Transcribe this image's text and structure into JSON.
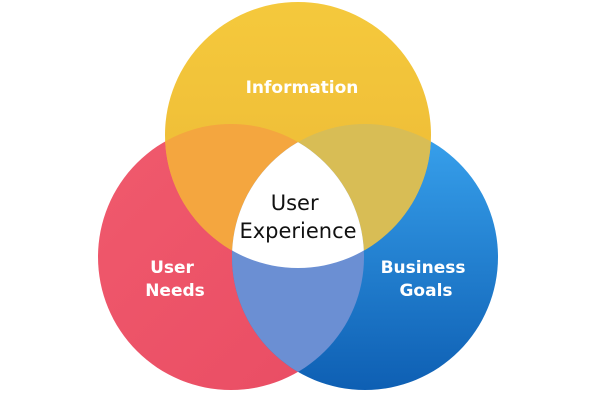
{
  "diagram": {
    "circles": [
      {
        "id": "top",
        "label_lines": [
          "Information"
        ],
        "color": "#F2C23A"
      },
      {
        "id": "left",
        "label_lines": [
          "User",
          "Needs"
        ],
        "color": "#EE5468"
      },
      {
        "id": "right",
        "label_lines": [
          "Business",
          "Goals"
        ],
        "color": "#1F7FD3"
      }
    ],
    "center": {
      "label_lines": [
        "User",
        "Experience"
      ],
      "fill_color": "#FFFFFF"
    },
    "overlap_colors": {
      "top_left": "#F4A63F",
      "top_right": "#D8BD55",
      "left_right": "#6B8FD3"
    }
  }
}
